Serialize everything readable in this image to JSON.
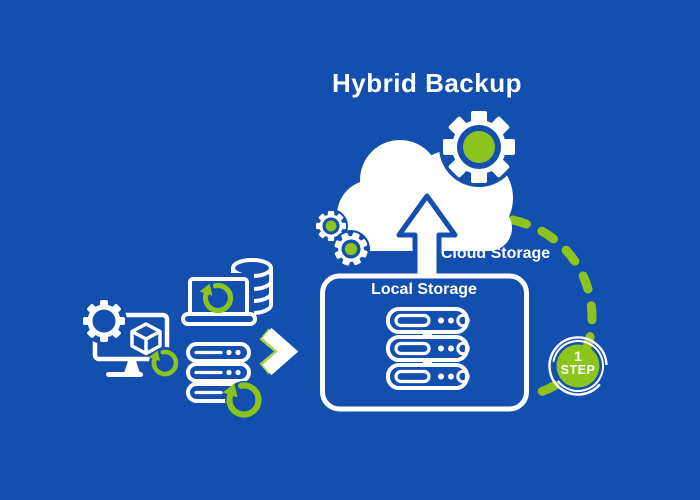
{
  "title": "Hybrid Backup",
  "diagram": {
    "cloud_label": "Cloud Storage",
    "local_label": "Local Storage",
    "badge": {
      "number": "1",
      "label": "STEP"
    }
  },
  "colors": {
    "background": "#124FAE",
    "accent_green": "#8AC41C",
    "white": "#FFFFFF"
  },
  "icons": {
    "cloud": "cloud-icon",
    "upload_arrow": "arrow-up-icon",
    "gear_large": "gear-icon",
    "gear_small_1": "gear-icon",
    "gear_small_2": "gear-icon",
    "monitor_gear": "gear-icon",
    "monitor": "monitor-icon",
    "cube": "cube-icon",
    "laptop": "laptop-icon",
    "database": "database-icon",
    "server_left": "server-stack-icon",
    "server_rack": "server-rack-icon",
    "refresh": "refresh-arrow-icon",
    "chevron": "chevron-right-icon",
    "step_badge": "step-badge",
    "dashed_curve": "dashed-curve-line"
  }
}
